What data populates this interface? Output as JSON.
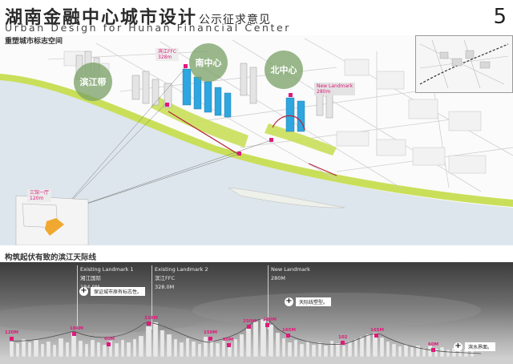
{
  "header": {
    "title_main": "湖南金融中心城市设计",
    "title_sub": "公示征求意见",
    "title_en": "Urban Design for Hunan Financial Center",
    "page_number": "5"
  },
  "map_section": {
    "label": "重塑城市标志空间",
    "bubbles": [
      "滨江带",
      "南中心",
      "北中心"
    ],
    "tags": [
      {
        "name": "滨江FFC",
        "height": "328m"
      },
      {
        "name": "New Landmark",
        "height": "280m"
      },
      {
        "name": "三馆一厅",
        "height": "120m"
      }
    ]
  },
  "skyline_section": {
    "label": "构筑起伏有致的滨江天际线",
    "landmarks": [
      {
        "title": "Existing Landmark  1",
        "name": "湘江国际",
        "height": "184.0M"
      },
      {
        "title": "Existing Landmark  2",
        "name": "滨江FFC",
        "height": "328.0M"
      },
      {
        "title": "New Landmark",
        "name": "",
        "height": "280M"
      }
    ],
    "callouts": [
      "保证城市原有标志性。",
      "天际线塑型。",
      "滨水界面。"
    ],
    "height_labels": [
      "120M",
      "184M",
      "60M",
      "328M",
      "150M",
      "80M",
      "250M",
      "280M",
      "165M",
      "102",
      "165M",
      "60M"
    ]
  },
  "colors": {
    "accent": "#e0197a",
    "green": "#c9df5a",
    "river": "#dde6ec",
    "blue_tower": "#2ea6e0"
  }
}
